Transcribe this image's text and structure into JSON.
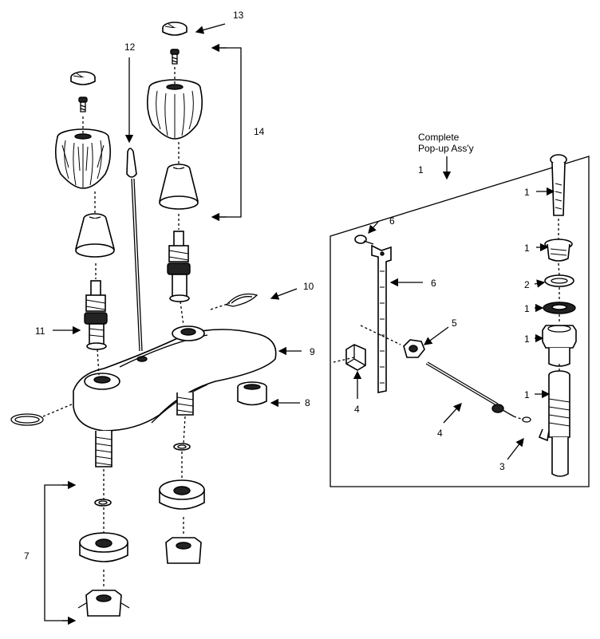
{
  "inset": {
    "title_line1": "Complete",
    "title_line2": "Pop-up Ass'y"
  },
  "labels": {
    "l13": "13",
    "l12": "12",
    "l14": "14",
    "l10": "10",
    "l11": "11",
    "l9": "9",
    "l8": "8",
    "l7": "7",
    "l1_title": "1",
    "l6_knob": "6",
    "l6_strap": "6",
    "l5": "5",
    "l4_clip": "4",
    "l4_rod": "4",
    "l3": "3",
    "l2": "2",
    "l1_a": "1",
    "l1_b": "1",
    "l1_c": "1",
    "l1_d": "1",
    "l1_e": "1"
  }
}
